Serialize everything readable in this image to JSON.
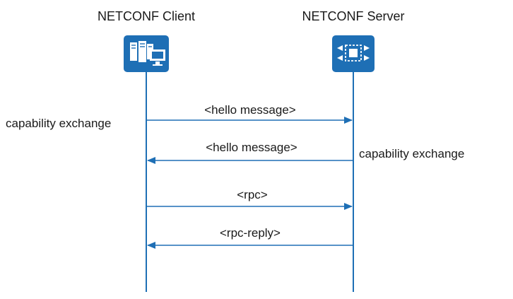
{
  "participants": [
    {
      "id": "client",
      "name": "NETCONF Client",
      "icon": "servers-monitor-icon"
    },
    {
      "id": "server",
      "name": "NETCONF Server",
      "icon": "chip-arrows-icon"
    }
  ],
  "messages": [
    {
      "label": "<hello message>",
      "from": "client",
      "to": "server"
    },
    {
      "label": "<hello message>",
      "from": "server",
      "to": "client"
    },
    {
      "label": "<rpc>",
      "from": "client",
      "to": "server"
    },
    {
      "label": "<rpc-reply>",
      "from": "server",
      "to": "client"
    }
  ],
  "annotations": [
    {
      "text": "capability exchange",
      "side": "client"
    },
    {
      "text": "capability exchange",
      "side": "server"
    }
  ],
  "colors": {
    "accent": "#1e6fb5",
    "text": "#1a1a1a",
    "background": "#ffffff"
  }
}
